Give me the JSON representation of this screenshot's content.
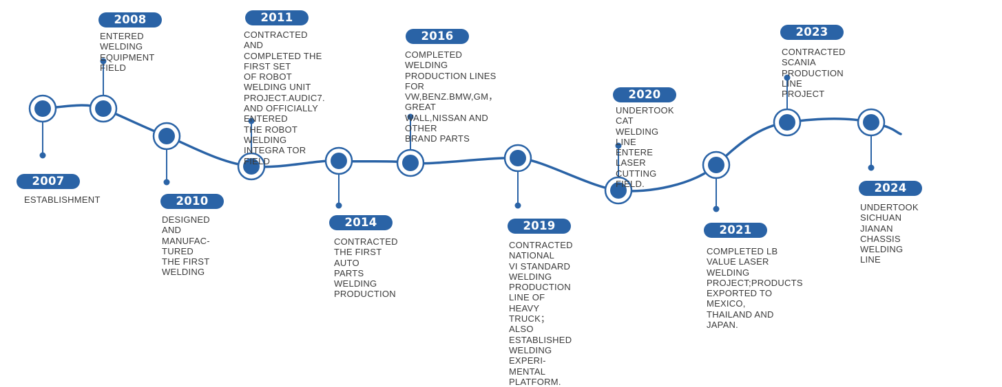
{
  "colors": {
    "accent": "#2a63a6",
    "text": "#3a3a3a",
    "background": "#ffffff"
  },
  "timeline": {
    "events": [
      {
        "year": "2007",
        "description": "ESTABLISHMENT"
      },
      {
        "year": "2008",
        "description": "ENTERED WELDING\nEQUIPMENT FIELD"
      },
      {
        "year": "2010",
        "description": "DESIGNED AND MANUFAC-\nTURED THE FIRST WELDING"
      },
      {
        "year": "2011",
        "description": "CONTRACTED AND\nCOMPLETED THE FIRST SET\nOF ROBOT WELDING UNIT\nPROJECT.AUDIc7.\nAND OFFICIALLY ENTERED\nTHE ROBOT WELDING\nINTEGRA TOR FIELD"
      },
      {
        "year": "2014",
        "description": "CONTRACTED THE FIRST AUTO\nPARTS WELDING PRODUCTION"
      },
      {
        "year": "2016",
        "description": "COMPLETED WELDING\nPRODUCTION LINES FOR\nVW,BENZ.BMW,GM， GREAT\nWALL,NISSAN AND OTHER\nBRAND PARTS"
      },
      {
        "year": "2019",
        "description": "CONTRACTED NATIONAL\nVI STANDARD WELDING\nPRODUCTION LINE OF HEAVY\nTRUCK； ALSO ESTABLISHED\nWELDING EXPERI-MENTAL\nPLATFORM."
      },
      {
        "year": "2020",
        "description": "UNDERTOOK CAT\nWELDING LINE ENTERE\nLASER CUTTING FIELD."
      },
      {
        "year": "2021",
        "description": "COMPLETED LB VALUE LASER\nWELDING PROJECT;PRODUCTS\nEXPORTED TO MEXICO,\nTHAILAND AND JAPAN."
      },
      {
        "year": "2023",
        "description": "CONTRACTED SCANIA\nPRODUCTION LINE PROJECT"
      },
      {
        "year": "2024",
        "description": "UNDERTOOK SICHUAN\nJIANAN CHASSIS WELDING\nLINE"
      }
    ]
  }
}
